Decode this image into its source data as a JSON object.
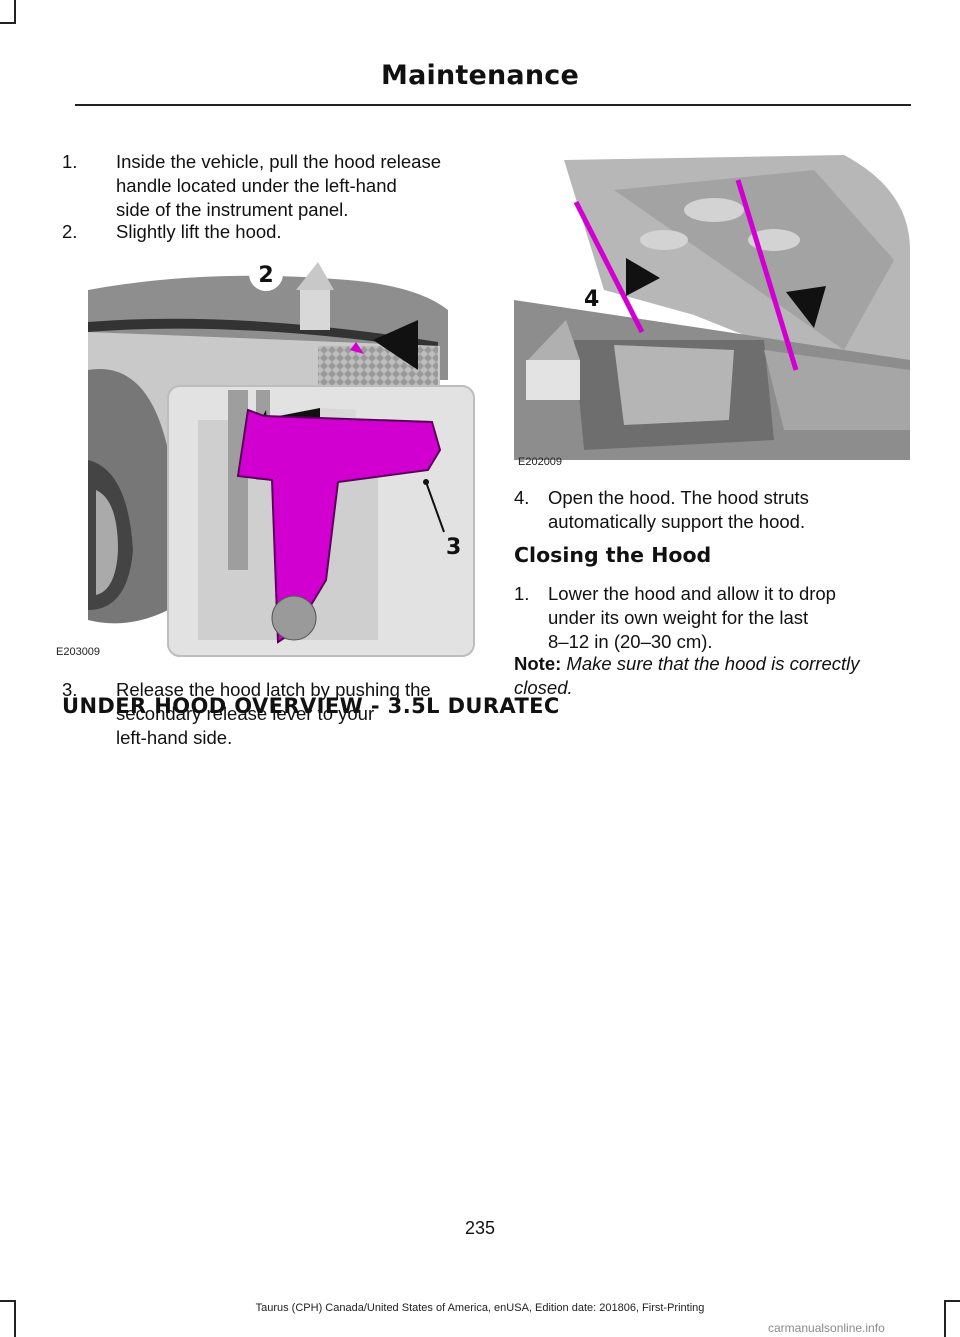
{
  "header": {
    "title": "Maintenance"
  },
  "steps_left": [
    {
      "num": "1.",
      "lines": [
        "Inside the vehicle, pull the hood release",
        "handle located under the left-hand",
        "side of the instrument panel."
      ]
    },
    {
      "num": "2.",
      "lines": [
        "Slightly lift the hood."
      ]
    },
    {
      "num": "3.",
      "lines": [
        "Release the hood latch by pushing the",
        "secondary release lever to your",
        "left-hand side."
      ]
    }
  ],
  "figure_left": {
    "code": "E203009",
    "callouts": [
      "2",
      "3"
    ],
    "highlight_color": "#d100d1"
  },
  "figure_right": {
    "code": "E202009",
    "callouts": [
      "4"
    ],
    "highlight_color": "#d100d1"
  },
  "steps_right": [
    {
      "num": "4.",
      "lines": [
        "Open the hood. The hood struts",
        "automatically support the hood."
      ]
    }
  ],
  "closing": {
    "heading": "Closing the Hood",
    "step": {
      "num": "1.",
      "lines": [
        "Lower the hood and allow it to drop",
        "under its own weight for the last",
        "8–12 in (20–30 cm)."
      ]
    },
    "note_label": "Note:",
    "note_lines": [
      "Make sure that the hood is correctly",
      "closed."
    ]
  },
  "chapter_heading": "UNDER HOOD OVERVIEW - 3.5L DURATEC",
  "page_number": "235",
  "footer": "Taurus (CPH) Canada/United States of America, enUSA, Edition date: 201806, First-Printing",
  "watermark": "carmanualsonline.info"
}
